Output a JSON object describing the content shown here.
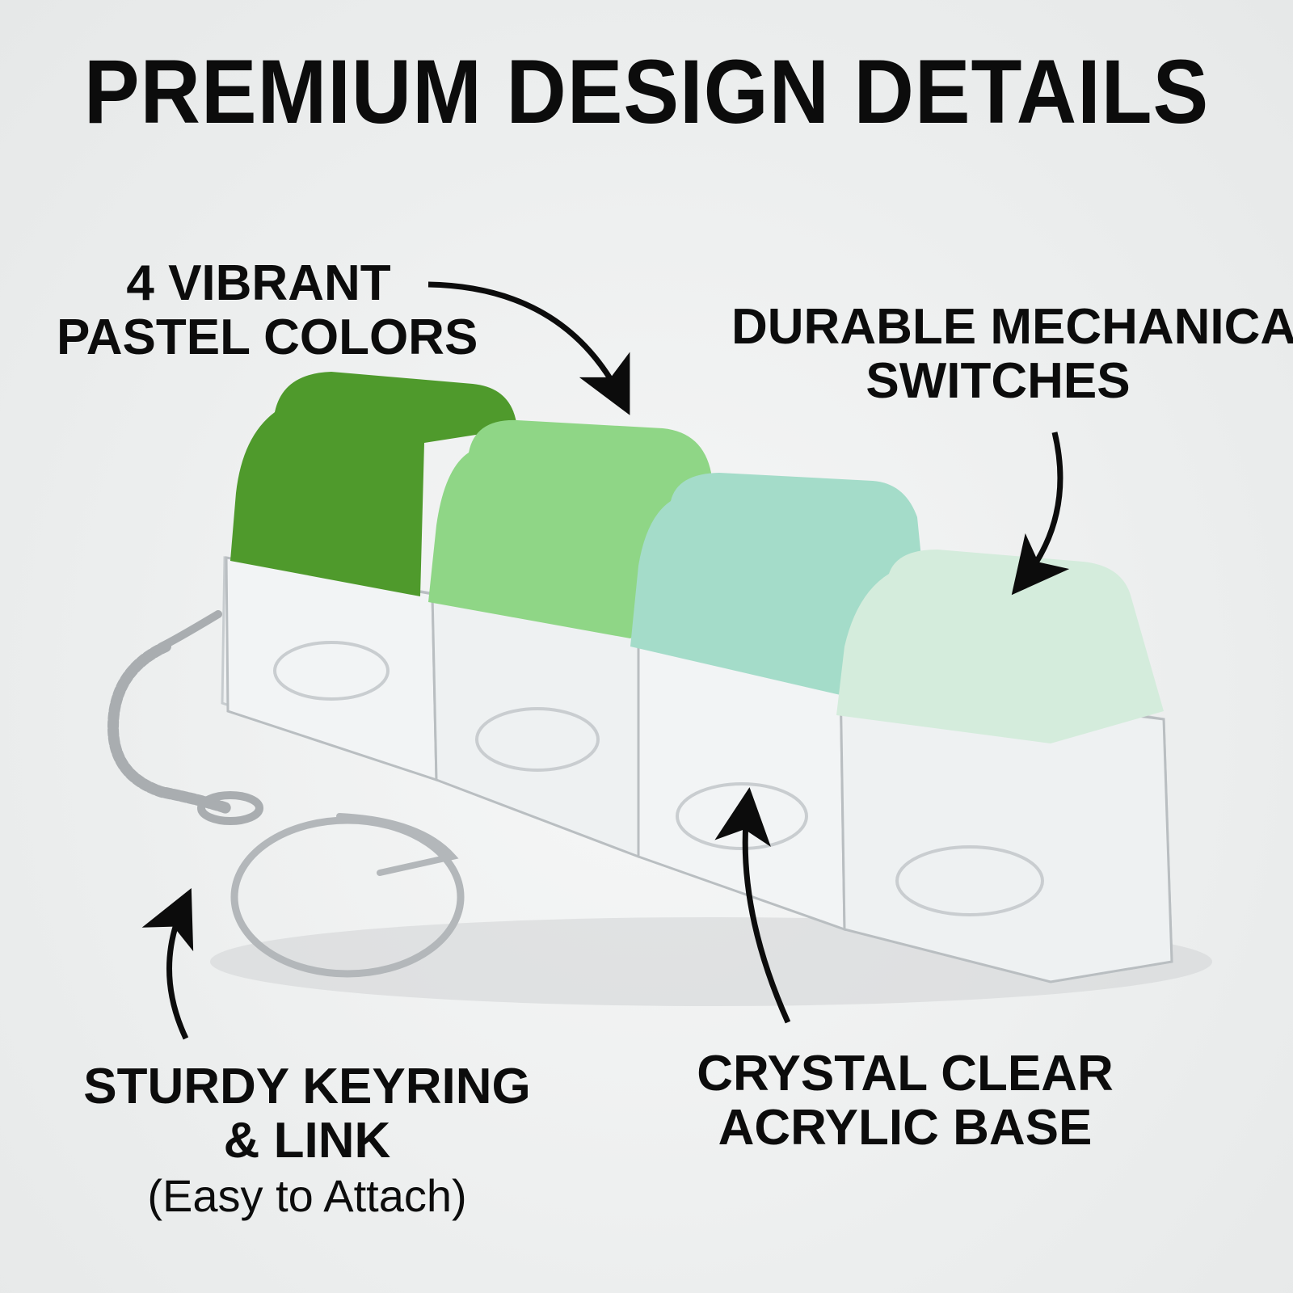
{
  "headline": "PREMIUM DESIGN DETAILS",
  "callouts": {
    "colors": {
      "line1": "4 VIBRANT",
      "line2": "PASTEL COLORS"
    },
    "switches": {
      "line1": "DURABLE MECHANICAL",
      "line2": "SWITCHES"
    },
    "keyring": {
      "line1": "STURDY KEYRING",
      "line2": "& LINK",
      "note": "(Easy to Attach)"
    },
    "acrylic": {
      "line1": "CRYSTAL CLEAR",
      "line2": "ACRYLIC BASE"
    }
  },
  "keycap_colors": [
    "#4f9a2c",
    "#8fd686",
    "#a4dcc9",
    "#d4ecdc"
  ],
  "icons": {
    "arrow": "curved-arrow-icon",
    "keyring": "keyring-icon"
  }
}
